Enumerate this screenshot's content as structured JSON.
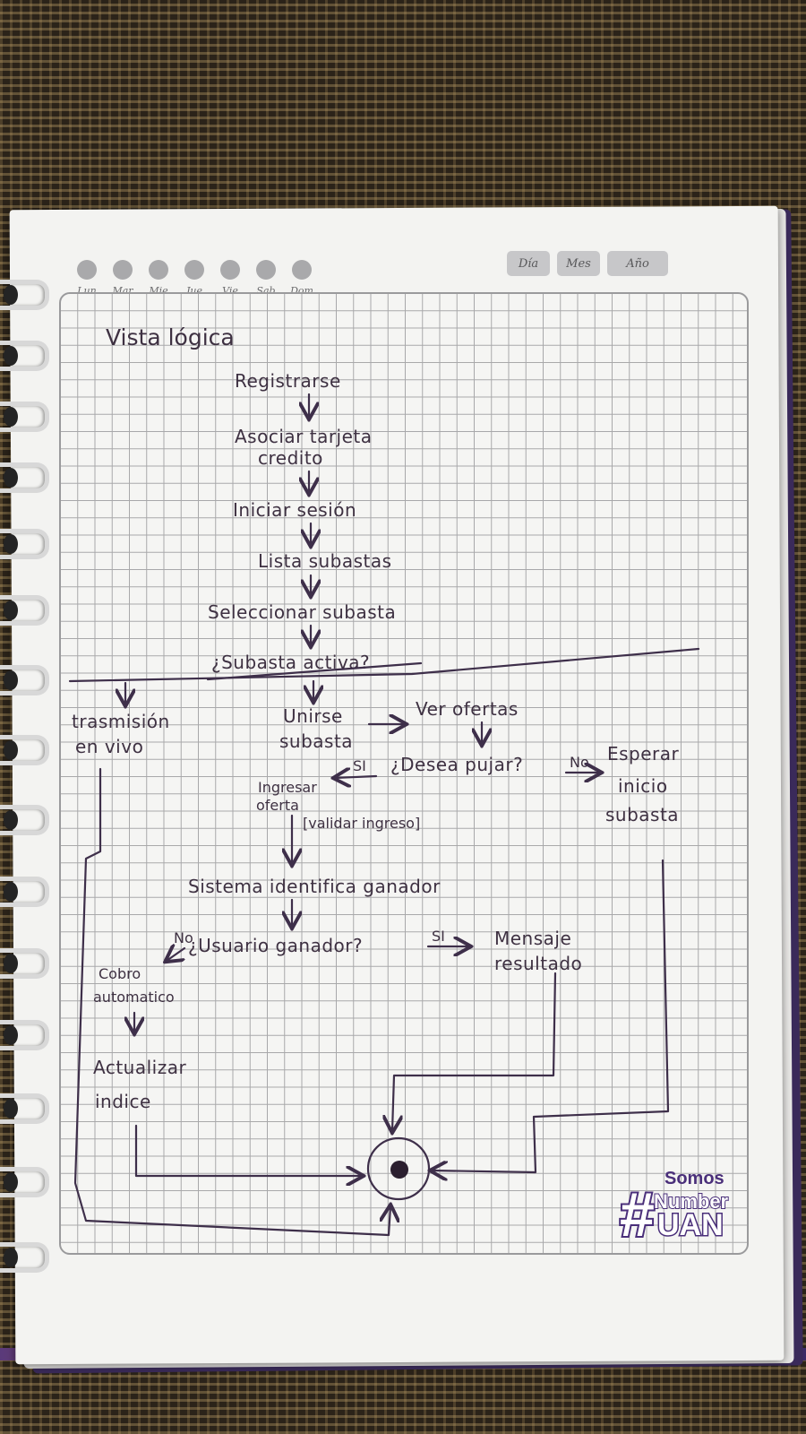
{
  "planner": {
    "weekdays": [
      "Lun",
      "Mar",
      "Mie",
      "Jue",
      "Vie",
      "Sab",
      "Dom"
    ],
    "period_buttons": [
      "Día",
      "Mes",
      "Año"
    ]
  },
  "diagram": {
    "title": "Vista lógica",
    "steps": {
      "registrarse": "Registrarse",
      "asociar_1": "Asociar tarjeta",
      "asociar_2": "credito",
      "iniciar": "Iniciar sesión",
      "lista": "Lista subastas",
      "seleccionar": "Seleccionar subasta",
      "activa": "¿Subasta activa?",
      "transmision_1": "trasmisión",
      "transmision_2": "en vivo",
      "unirse_1": "Unirse",
      "unirse_2": "subasta",
      "ver_ofertas": "Ver ofertas",
      "desea_pujar": "¿Desea pujar?",
      "esperar_1": "Esperar",
      "esperar_2": "inicio",
      "esperar_3": "subasta",
      "ingresar_1": "Ingresar",
      "ingresar_2": "oferta",
      "validar": "[validar ingreso]",
      "identifica": "Sistema identifica ganador",
      "usuario_ganador": "¿Usuario ganador?",
      "mensaje_1": "Mensaje",
      "mensaje_2": "resultado",
      "cobro_1": "Cobro",
      "cobro_2": "automatico",
      "actualizar_1": "Actualizar",
      "actualizar_2": "indice"
    },
    "guards": {
      "si_1": "SI",
      "no_1": "No",
      "no_2": "No",
      "si_2": "SI"
    }
  },
  "brand": {
    "somos": "Somos",
    "number": "Number",
    "hash": "#",
    "uan": "UAN"
  }
}
